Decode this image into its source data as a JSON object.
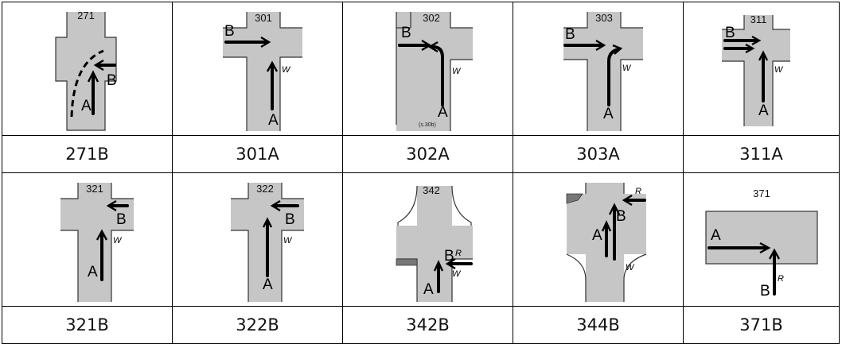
{
  "diagrams": [
    {
      "code": "271",
      "label": "271B",
      "a": "A",
      "b": "B"
    },
    {
      "code": "301",
      "label": "301A",
      "a": "A",
      "b": "B",
      "w": "W"
    },
    {
      "code": "302",
      "label": "302A",
      "a": "A",
      "b": "B",
      "w": "W",
      "note": "(s.30b)"
    },
    {
      "code": "303",
      "label": "303A",
      "a": "A",
      "b": "B",
      "w": "W"
    },
    {
      "code": "311",
      "label": "311A",
      "a": "A",
      "b": "B",
      "w": "W"
    },
    {
      "code": "321",
      "label": "321B",
      "a": "A",
      "b": "B",
      "w": "W"
    },
    {
      "code": "322",
      "label": "322B",
      "a": "A",
      "b": "B",
      "w": "W"
    },
    {
      "code": "342",
      "label": "342B",
      "a": "A",
      "b": "B",
      "w": "W",
      "r": "R"
    },
    {
      "code": "344",
      "label": "344B",
      "a": "A",
      "b": "B",
      "w": "W",
      "r": "R"
    },
    {
      "code": "371",
      "label": "371B",
      "a": "A",
      "b": "B",
      "r": "R"
    }
  ]
}
